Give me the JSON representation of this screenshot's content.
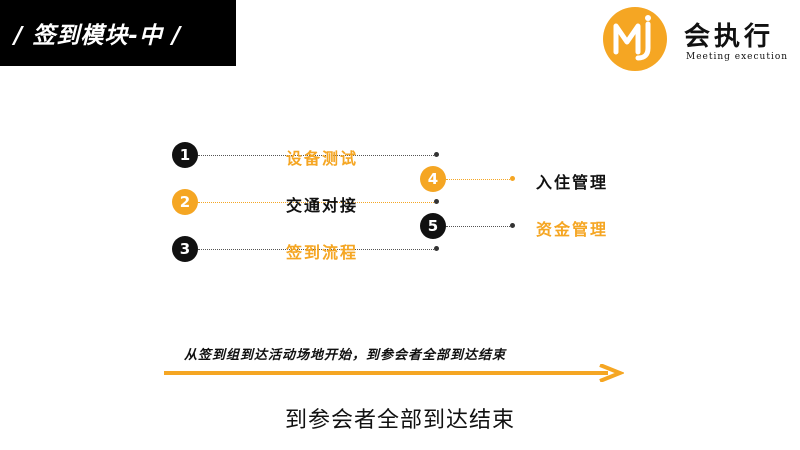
{
  "colors": {
    "accent": "#f5a623",
    "dark": "#111111",
    "banner": "#000000"
  },
  "banner": {
    "title": "/ 签到模块-中 /"
  },
  "logo": {
    "icon": "mj-logo-icon",
    "brand_cn": "会执行",
    "brand_en": "Meeting execution"
  },
  "items": [
    {
      "number": "1",
      "label": "设备测试"
    },
    {
      "number": "2",
      "label": "交通对接"
    },
    {
      "number": "3",
      "label": "签到流程"
    },
    {
      "number": "4",
      "label": "入住管理"
    },
    {
      "number": "5",
      "label": "资金管理"
    }
  ],
  "arrow": {
    "caption": "从签到组到达活动场地开始，到参会者全部到达结束"
  },
  "subtitle": "到参会者全部到达结束"
}
